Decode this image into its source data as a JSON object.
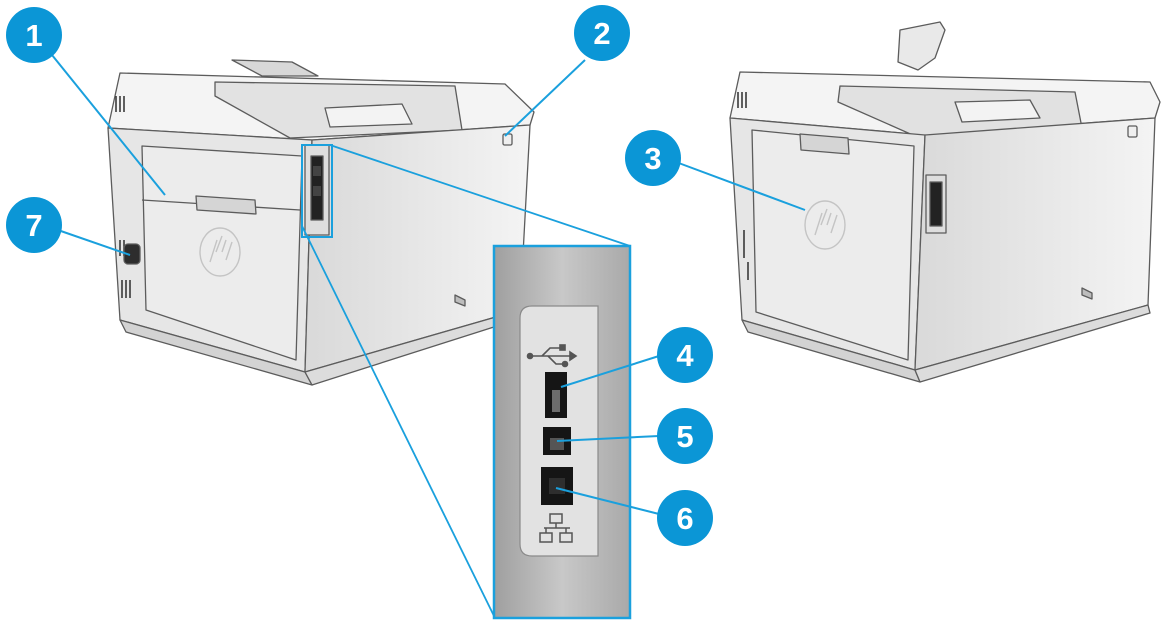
{
  "figure": {
    "colors": {
      "callout": "#0b96d6",
      "leader": "#1aa0dd",
      "body_light": "#f1f1f1",
      "body_mid": "#e3e3e3",
      "body_dark": "#cfcfcf",
      "outline": "#5c5c5c",
      "port_panel": "#b9b9b9",
      "port_black": "#151515"
    },
    "callouts": [
      {
        "number": "1",
        "target": "rear-door"
      },
      {
        "number": "2",
        "target": "power-button"
      },
      {
        "number": "3",
        "target": "rear-door-duplex"
      },
      {
        "number": "4",
        "target": "usb-host-port",
        "icon": "usb-icon"
      },
      {
        "number": "5",
        "target": "usb-device-port"
      },
      {
        "number": "6",
        "target": "ethernet-port",
        "icon": "network-icon"
      },
      {
        "number": "7",
        "target": "power-connection"
      }
    ]
  }
}
